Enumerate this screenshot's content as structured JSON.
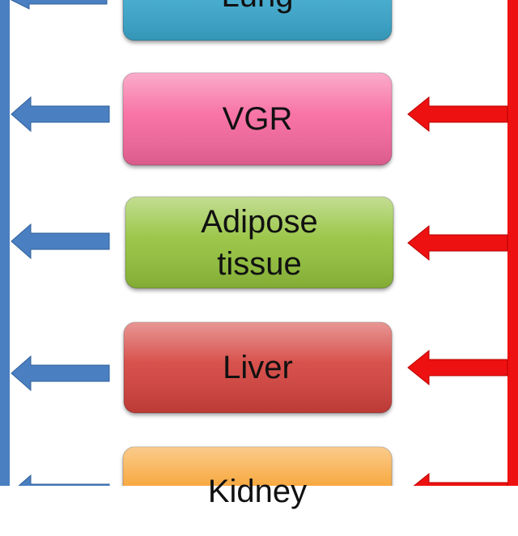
{
  "diagram": {
    "colors": {
      "venous_line": "#4a7fc1",
      "arterial_line": "#ee1111"
    },
    "organs": [
      {
        "label": "Lung",
        "color": "#3aa9cf"
      },
      {
        "label": "VGR",
        "color": "#f7679e"
      },
      {
        "label": "Adipose\ntissue",
        "color": "#93c23b"
      },
      {
        "label": "Liver",
        "color": "#d4423c"
      },
      {
        "label": "Kidney",
        "color": "#f7a12e"
      }
    ]
  }
}
